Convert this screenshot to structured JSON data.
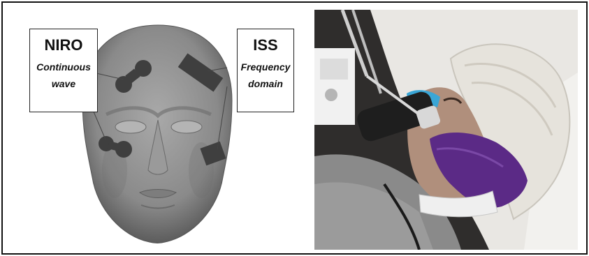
{
  "left_panel": {
    "niro_box": {
      "title": "NIRO",
      "line1": "Continuous",
      "line2": "wave"
    },
    "iss_box": {
      "title": "ISS",
      "line1": "Frequency",
      "line2": "domain"
    }
  },
  "colors": {
    "head": "#8e8e8e",
    "sensor": "#3f3f3f",
    "bandage": "#e8e6e0",
    "tape_purple": "#5b2a86",
    "mask_blue": "#3aa6d6"
  }
}
